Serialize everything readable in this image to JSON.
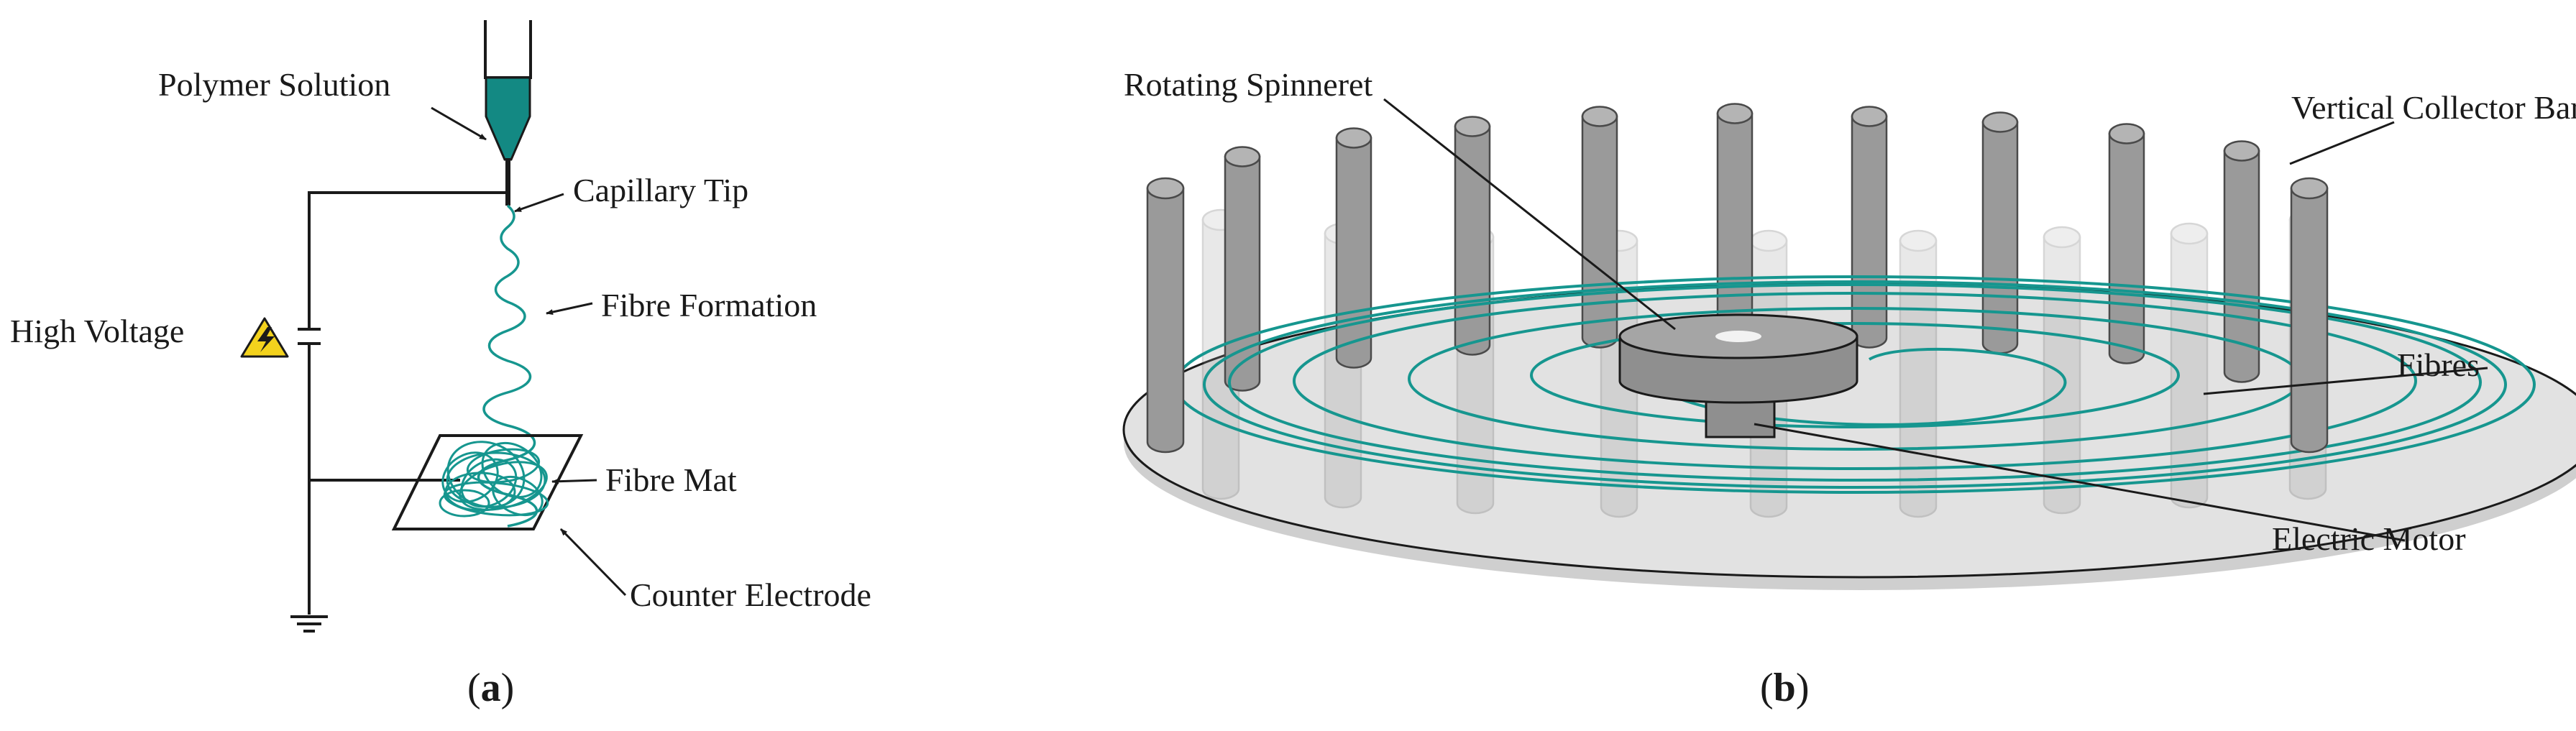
{
  "panel_a": {
    "caption": "(a)",
    "caption_letter": "a",
    "labels": {
      "polymer_solution": "Polymer Solution",
      "capillary_tip": "Capillary Tip",
      "high_voltage": "High Voltage",
      "fibre_formation": "Fibre Formation",
      "fibre_mat": "Fibre Mat",
      "counter_electrode": "Counter Electrode"
    }
  },
  "panel_b": {
    "caption": "(b)",
    "caption_letter": "b",
    "labels": {
      "rotating_spinneret": "Rotating Spinneret",
      "vertical_collector_bars": "Vertical Collector Bars",
      "fibres": "Fibres",
      "electric_motor": "Electric Motor"
    }
  },
  "colors": {
    "fibre": "#16968f",
    "solution": "#138983",
    "bar": "#9a9a9a",
    "bar_edge": "#4a4a4a",
    "platform": "#e2e2e2",
    "warning": "#f3d21d"
  },
  "icons": {
    "voltage_warning": "high-voltage-warning-icon",
    "ground": "ground-icon"
  }
}
